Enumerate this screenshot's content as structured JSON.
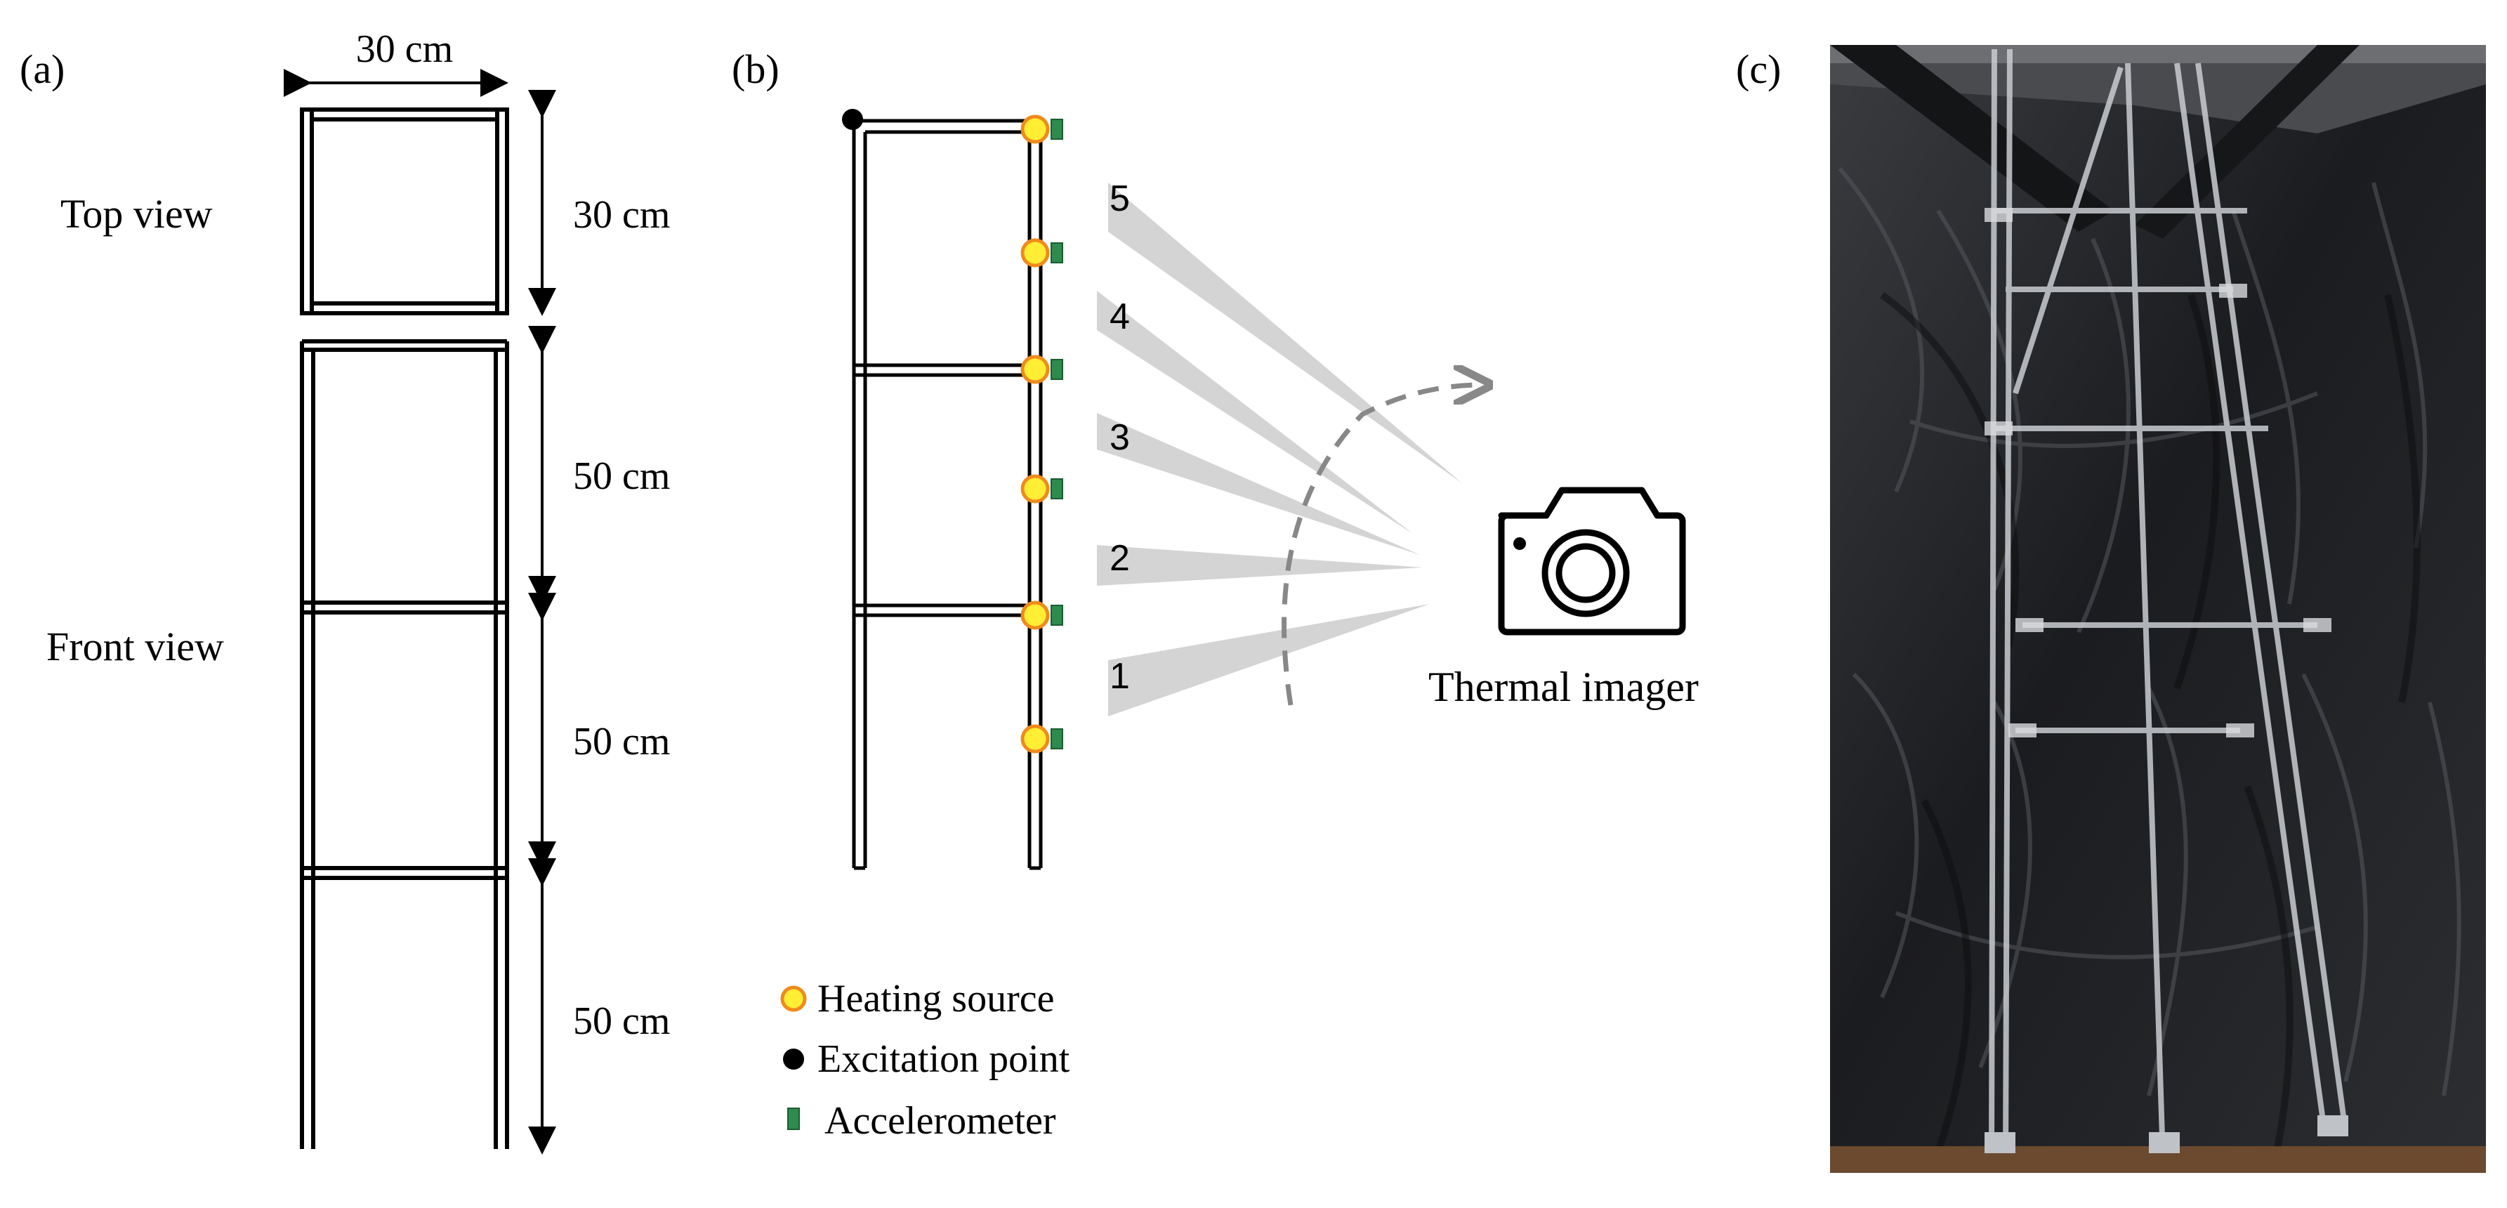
{
  "panel_a": {
    "label": "(a)",
    "top_view_label": "Top view",
    "front_view_label": "Front view",
    "dim_width": "30 cm",
    "dim_depth": "30 cm",
    "dim_story1": "50 cm",
    "dim_story2": "50 cm",
    "dim_story3": "50 cm"
  },
  "panel_b": {
    "label": "(b)",
    "views": [
      "1",
      "2",
      "3",
      "4",
      "5"
    ],
    "camera_label": "Thermal imager",
    "legend": {
      "heating": "Heating source",
      "excitation": "Excitation point",
      "accelerometer": "Accelerometer"
    }
  },
  "panel_c": {
    "label": "(c)"
  },
  "colors": {
    "heating_fill": "#ffee33",
    "heating_stroke": "#f08a1c",
    "accelerometer": "#2e8b4e",
    "view_beam": "#d4d4d4",
    "arc": "#888888",
    "photo_background": "#202224"
  },
  "icons": {
    "camera": "camera-icon"
  }
}
